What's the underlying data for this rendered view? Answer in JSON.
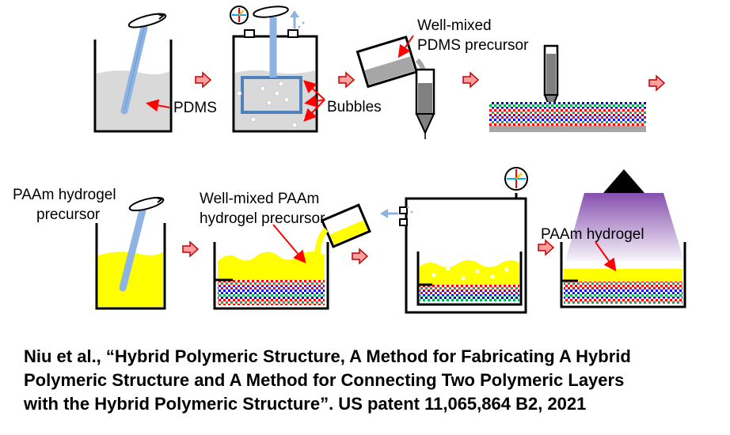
{
  "labels": {
    "pdms": "PDMS",
    "bubbles": "Bubbles",
    "well_mixed_line1": "Well-mixed",
    "well_mixed_line2": "PDMS precursor",
    "paam_precursor_line1": "PAAm hydrogel",
    "paam_precursor_line2": "precursor",
    "paam_mixed_line1": "Well-mixed PAAm",
    "paam_mixed_line2": "hydrogel precursor",
    "paam_hydrogel": "PAAm hydrogel"
  },
  "citation": {
    "line1": "Niu et al., “Hybrid Polymeric Structure, A Method for Fabricating A Hybrid",
    "line2": "Polymeric Structure and A Method for Connecting Two Polymeric Layers",
    "line3": "with the Hybrid Polymeric Structure”. US patent 11,065,864 B2, 2021"
  },
  "colors": {
    "pdms_fill": "#d9d9d9",
    "hydrogel": "#ffff00",
    "stir_rod": "#8db3e2",
    "stir_rod_edge": "#4f81bd",
    "arrow_fill": "#ff9f9f",
    "arrow_stroke": "#c00000",
    "pointer": "#ff0000",
    "uv_light": "#7030a0",
    "layer_red": "#ff0000",
    "layer_green": "#00b050",
    "layer_blue": "#0000ff",
    "layer_gray": "#a6a6a6"
  }
}
